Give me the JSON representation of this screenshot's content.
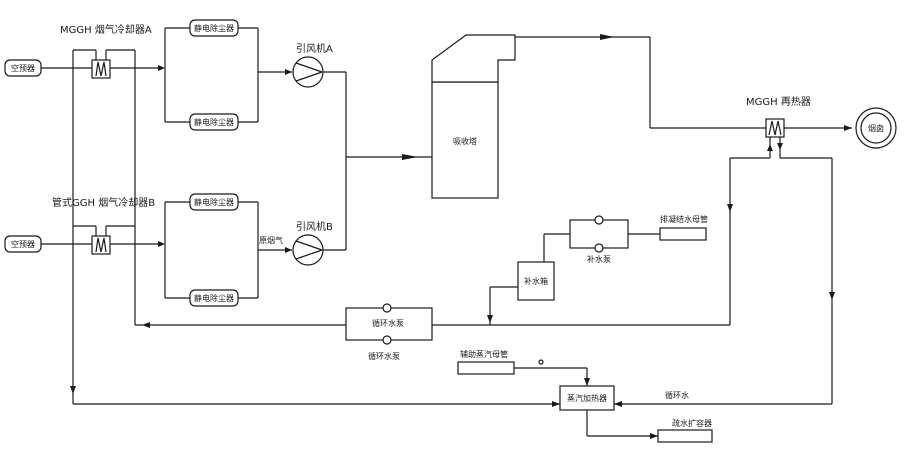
{
  "labels": {
    "air_preheater": "空预器",
    "cooler_a": "MGGH 烟气冷却器A",
    "cooler_b": "管式GGH 烟气冷却器B",
    "esp": "静电除尘器",
    "fan_a": "引风机A",
    "fan_b": "引风机B",
    "raw_flue_gas": "原烟气",
    "absorber": "吸收塔",
    "reheater": "MGGH 再热器",
    "chimney": "烟囱",
    "drain_tank_pipe": "排凝结水母管",
    "makeup_pump": "补水泵",
    "makeup_tank": "补水箱",
    "circ_pump_1": "循环水泵",
    "circ_pump_2": "循环水泵",
    "aux_steam_pipe": "辅助蒸汽母管",
    "steam_heater": "蒸汽加热器",
    "circ_water": "循环水",
    "drain_flash_tank": "疏水扩容器"
  }
}
